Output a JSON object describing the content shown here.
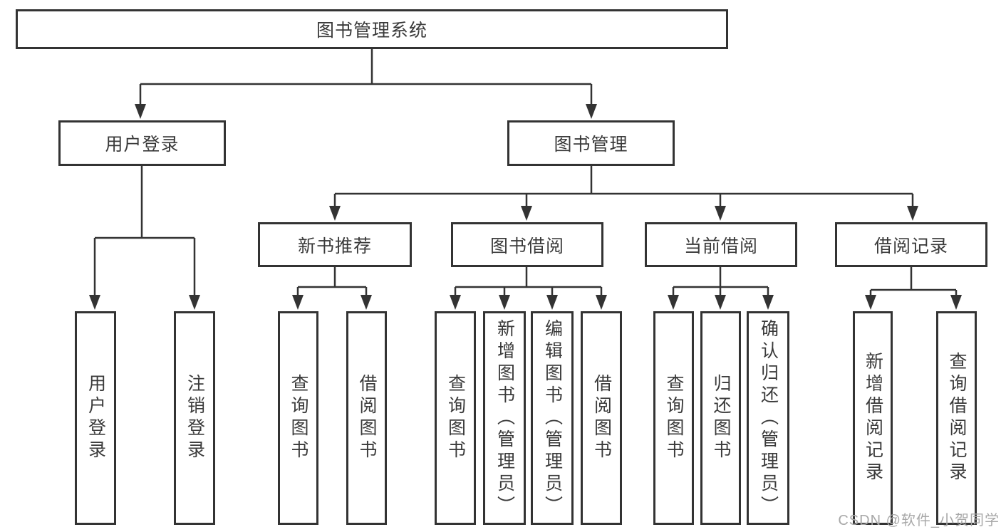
{
  "diagram": {
    "title": "图书管理系统",
    "level2": {
      "user_login": "用户登录",
      "book_mgmt": "图书管理"
    },
    "level3": {
      "new_books": "新书推荐",
      "book_borrow": "图书借阅",
      "current_borrow": "当前借阅",
      "borrow_records": "借阅记录"
    },
    "leaves": {
      "user_login": "用户登录",
      "logout": "注销登录",
      "nb_query_books": "查询图书",
      "nb_borrow_books": "借阅图书",
      "bb_query_books": "查询图书",
      "bb_add_books": "新增图书（管理员）",
      "bb_edit_books": "编辑图书（管理员）",
      "bb_borrow_books": "借阅图书",
      "cb_query_books": "查询图书",
      "cb_return_books": "归还图书",
      "cb_confirm_return": "确认归还（管理员）",
      "br_add_record": "新增借阅记录",
      "br_query_record": "查询借阅记录"
    }
  },
  "watermark": {
    "text": "CSDN @软件_小贺同学"
  },
  "colors": {
    "line": "#333333",
    "background": "#ffffff",
    "watermark": "#a8a8a8"
  }
}
